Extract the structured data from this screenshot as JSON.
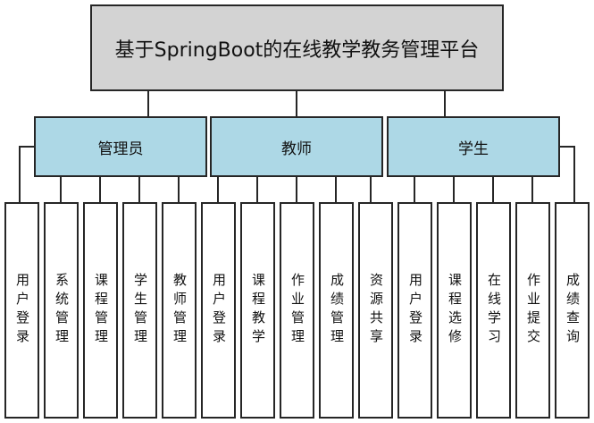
{
  "diagram": {
    "title": "基于SpringBoot的在线教学教务管理平台",
    "colors": {
      "root_fill": "#d3d3d3",
      "role_fill": "#add8e6",
      "leaf_fill": "#ffffff",
      "border": "#262626"
    },
    "roles": [
      {
        "label": "管理员",
        "modules": [
          "用户登录",
          "系统管理",
          "课程管理",
          "学生管理",
          "教师管理"
        ]
      },
      {
        "label": "教师",
        "modules": [
          "用户登录",
          "课程教学",
          "作业管理",
          "成绩管理",
          "资源共享"
        ]
      },
      {
        "label": "学生",
        "modules": [
          "用户登录",
          "课程选修",
          "在线学习",
          "作业提交",
          "成绩查询"
        ]
      }
    ]
  }
}
